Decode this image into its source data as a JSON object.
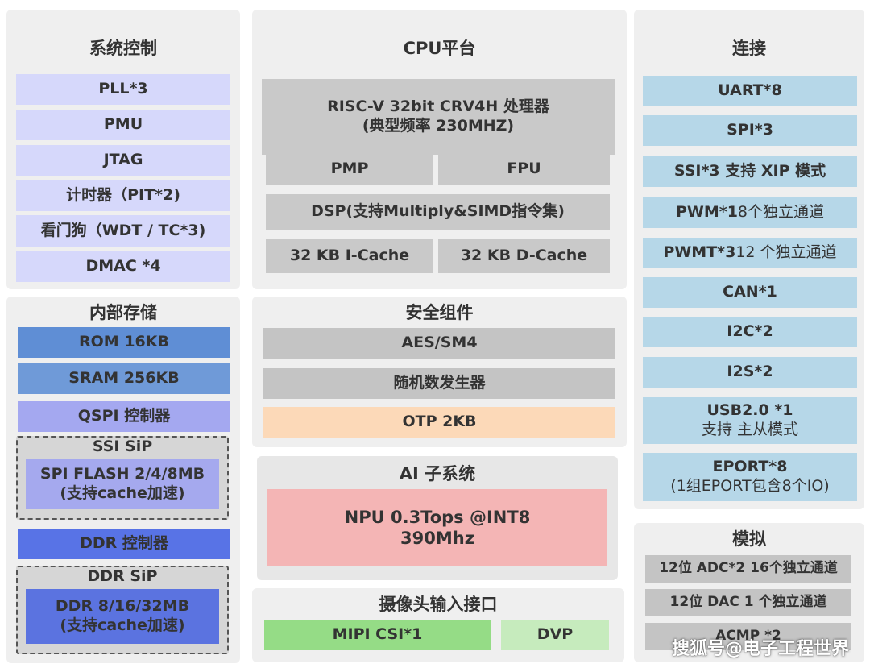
{
  "system_control": {
    "title": "系统控制",
    "items": [
      "PLL*3",
      "PMU",
      "JTAG",
      "计时器（PIT*2)",
      "看门狗（WDT / TC*3)",
      "DMAC *4"
    ]
  },
  "cpu_platform": {
    "title": "CPU平台",
    "processor_line1": "RISC-V 32bit  CRV4H 处理器",
    "processor_line2": "(典型频率 230MHZ)",
    "pmp": "PMP",
    "fpu": "FPU",
    "dsp": "DSP(支持Multiply&SIMD指令集)",
    "icache": "32 KB I-Cache",
    "dcache": "32 KB D-Cache"
  },
  "connectivity": {
    "title": "连接",
    "uart": "UART*8",
    "spi": "SPI*3",
    "ssi": "SSI*3 支持 XIP 模式",
    "pwm_main": "PWM*1",
    "pwm_sub": " 8个独立通道",
    "pwmt_main": "PWMT*3",
    "pwmt_sub": " 12 个独立通道",
    "can": "CAN*1",
    "i2c": "I2C*2",
    "i2s": "I2S*2",
    "usb_line1": "USB2.0 *1",
    "usb_line2": "支持 主从模式",
    "eport_line1": "EPORT*8",
    "eport_line2": "(1组EPORT包含8个IO)"
  },
  "internal_storage": {
    "title": "内部存储",
    "rom": "ROM  16KB",
    "sram": "SRAM 256KB",
    "qspi": "QSPI 控制器",
    "ssi_sip_title": "SSI SiP",
    "spi_flash_line1": "SPI FLASH 2/4/8MB",
    "spi_flash_line2": "(支持cache加速)",
    "ddr_ctrl": "DDR 控制器",
    "ddr_sip_title": "DDR SiP",
    "ddr_line1": "DDR 8/16/32MB",
    "ddr_line2": "(支持cache加速)"
  },
  "security": {
    "title": "安全组件",
    "aes": "AES/SM4",
    "rng": "随机数发生器",
    "otp": "OTP 2KB"
  },
  "ai": {
    "title": "AI 子系统",
    "npu_line1": "NPU 0.3Tops @INT8",
    "npu_line2": "390Mhz"
  },
  "camera": {
    "title": "摄像头输入接口",
    "mipi": "MIPI CSI*1",
    "dvp": "DVP"
  },
  "analog": {
    "title": "模拟",
    "adc": "12位 ADC*2 16个独立通道",
    "dac": "12位 DAC 1 个独立通道",
    "acmp": "ACMP *2"
  },
  "watermark": "搜狐号@电子工程世界"
}
